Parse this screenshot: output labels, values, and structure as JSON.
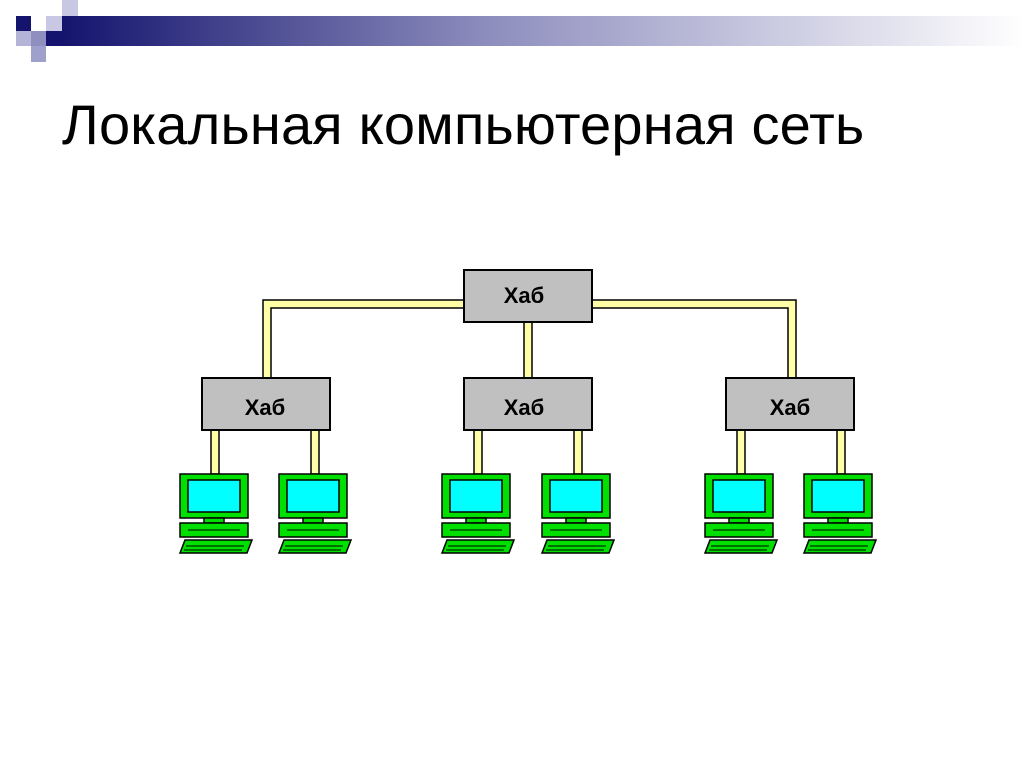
{
  "slide": {
    "title": "Локальная компьютерная сеть"
  },
  "diagram": {
    "root_hub": {
      "label": "Хаб"
    },
    "child_hubs": [
      {
        "label": "Хаб"
      },
      {
        "label": "Хаб"
      },
      {
        "label": "Хаб"
      }
    ],
    "computers_per_hub": 2
  },
  "colors": {
    "hub_fill": "#c0c0c0",
    "cable": "#ffffa8",
    "computer_body": "#00e000",
    "screen": "#00ffff",
    "accent_dark_blue": "#14146e"
  }
}
